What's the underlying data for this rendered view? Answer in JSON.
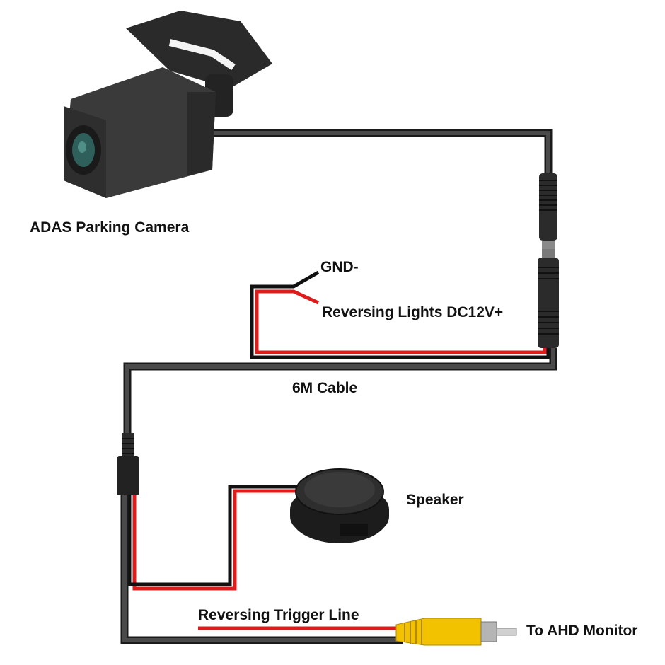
{
  "labels": {
    "camera": "ADAS Parking Camera",
    "gnd": "GND-",
    "reversing_lights": "Reversing Lights DC12V+",
    "cable": "6M Cable",
    "speaker": "Speaker",
    "trigger": "Reversing Trigger Line",
    "monitor": "To AHD Monitor"
  },
  "colors": {
    "cable": "#3a3a3a",
    "cable_outline": "#1a1a1a",
    "red_wire": "#e01b1b",
    "black_wire": "#111111",
    "rca_yellow": "#f2c200",
    "metal": "#9a9a9a"
  }
}
